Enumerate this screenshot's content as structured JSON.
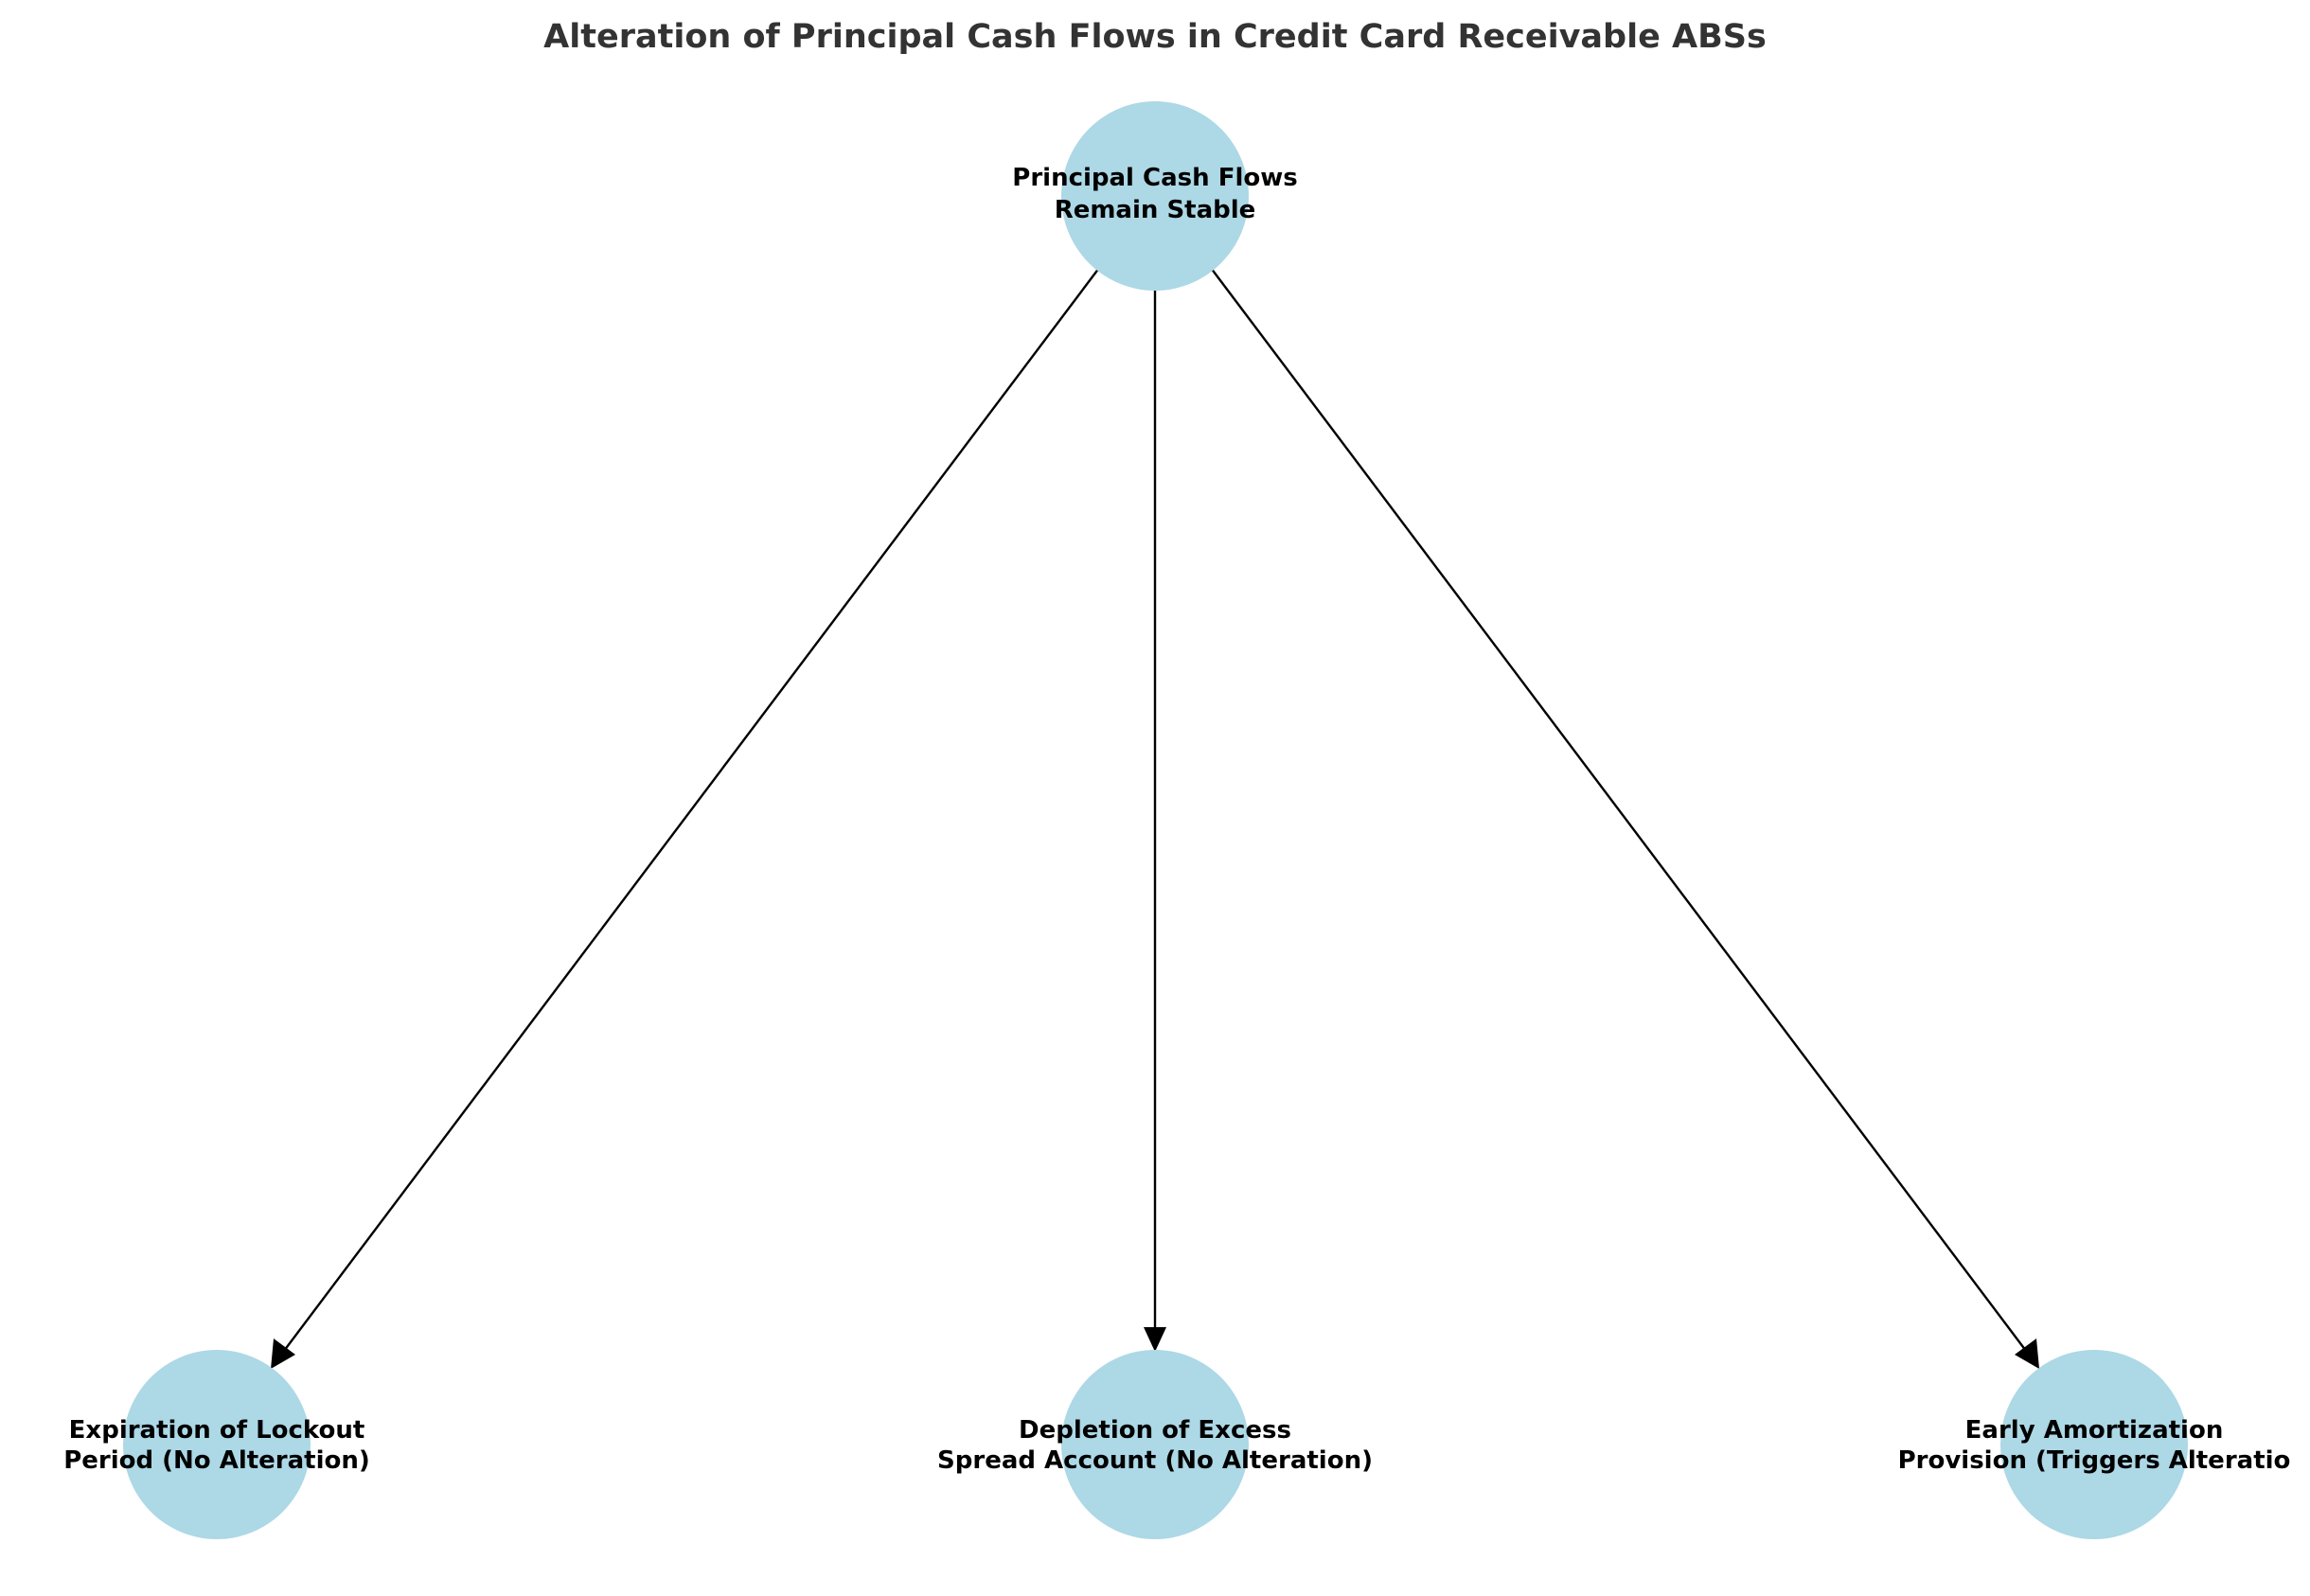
{
  "title": "Alteration of Principal Cash Flows in Credit Card Receivable ABSs",
  "colors": {
    "node_fill": "#add8e6",
    "edge": "#000000",
    "title": "#333333",
    "label": "#000000"
  },
  "nodes": [
    {
      "id": "root",
      "lines": [
        "Principal Cash Flows",
        "Remain Stable"
      ]
    },
    {
      "id": "lockout",
      "lines": [
        "Expiration of Lockout",
        "Period (No Alteration)"
      ]
    },
    {
      "id": "spread",
      "lines": [
        "Depletion of Excess",
        "Spread Account (No Alteration)"
      ]
    },
    {
      "id": "amortization",
      "lines": [
        "Early Amortization",
        "Provision (Triggers Alteratio"
      ]
    }
  ],
  "edges": [
    {
      "from": "root",
      "to": "lockout"
    },
    {
      "from": "root",
      "to": "spread"
    },
    {
      "from": "root",
      "to": "amortization"
    }
  ]
}
